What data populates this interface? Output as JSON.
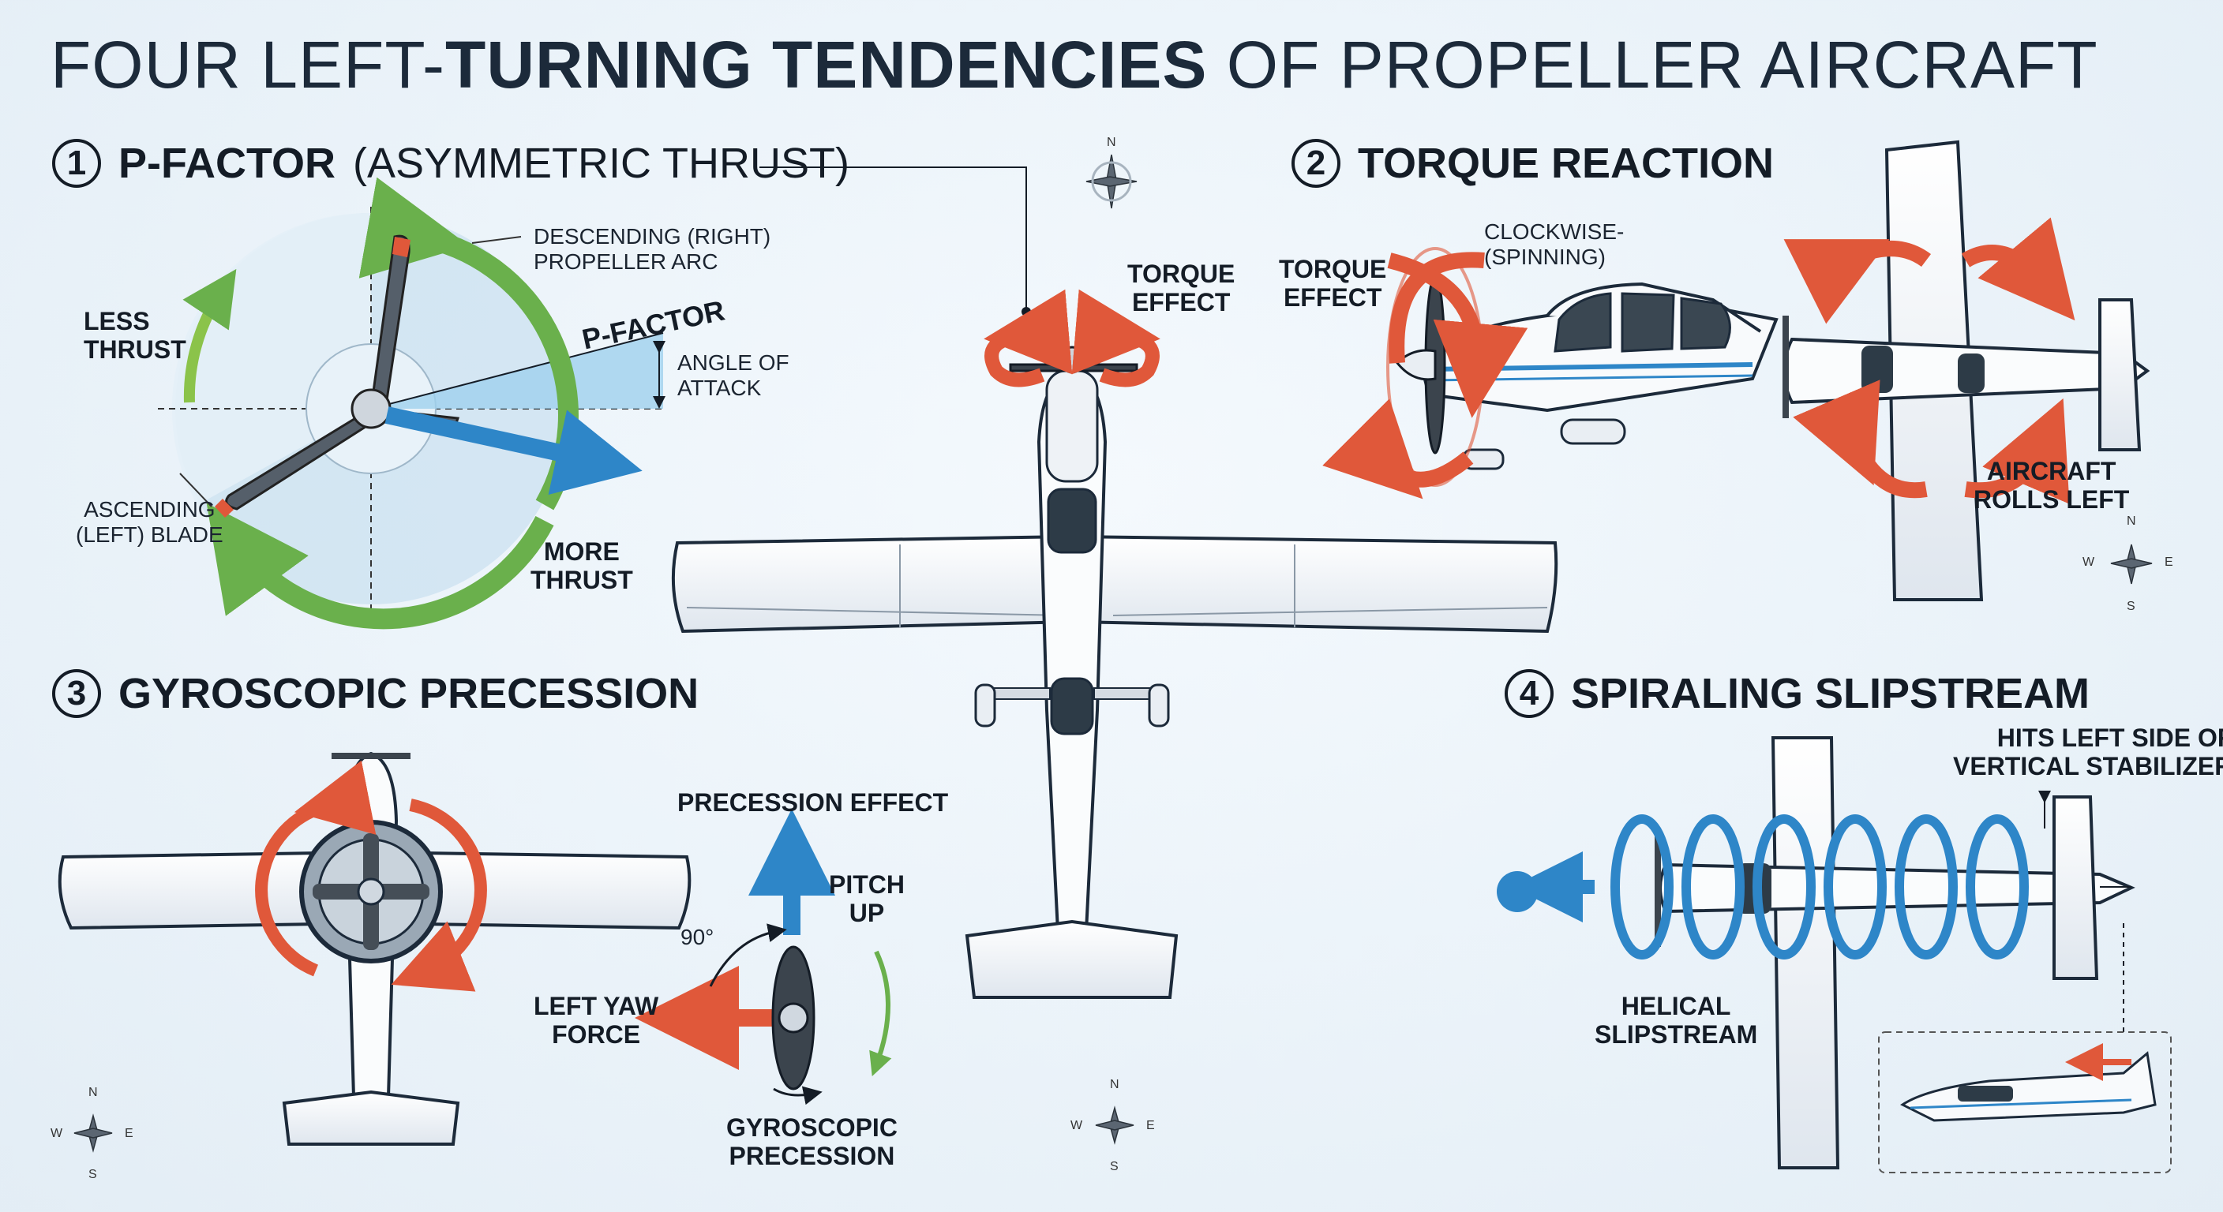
{
  "title": {
    "light1": "FOUR LEFT-",
    "bold": "TURNING TENDENCIES",
    "light2": " OF PROPELLER AIRCRAFT"
  },
  "sections": [
    {
      "num": "1",
      "label": "P-FACTOR",
      "sub": "(ASYMMETRIC THRUST)"
    },
    {
      "num": "2",
      "label": "TORQUE REACTION"
    },
    {
      "num": "3",
      "label": "GYROSCOPIC PRECESSION"
    },
    {
      "num": "4",
      "label": "SPIRALING SLIPSTREAM"
    }
  ],
  "pfactor": {
    "descending_l1": "DESCENDING (RIGHT)",
    "descending_l2": "PROPELLER ARC",
    "less_l1": "LESS",
    "less_l2": "THRUST",
    "pfactor": "P-FACTOR",
    "aoa_l1": "ANGLE OF",
    "aoa_l2": "ATTACK",
    "ascending_l1": "ASCENDING",
    "ascending_l2": "(LEFT) BLADE",
    "more_l1": "MORE",
    "more_l2": "THRUST"
  },
  "center": {
    "torque_l1": "TORQUE",
    "torque_l2": "EFFECT"
  },
  "torque": {
    "torque_l1": "TORQUE",
    "torque_l2": "EFFECT",
    "cw_l1": "CLOCKWISE-",
    "cw_l2": "(SPINNING)",
    "rolls_l1": "AIRCRAFT",
    "rolls_l2": "ROLLS LEFT"
  },
  "gyro": {
    "precession_effect": "PRECESSION EFFECT",
    "pitch_l1": "PITCH",
    "pitch_l2": "UP",
    "deg": "90°",
    "yaw_l1": "LEFT YAW",
    "yaw_l2": "FORCE",
    "gp_l1": "GYROSCOPIC",
    "gp_l2": "PRECESSION"
  },
  "slip": {
    "hits_l1": "HITS LEFT SIDE OF",
    "hits_l2": "VERTICAL STABILIZER",
    "helical_l1": "HELICAL",
    "helical_l2": "SLIPSTREAM"
  },
  "compass": {
    "n": "N",
    "s": "S",
    "e": "E",
    "w": "W"
  },
  "colors": {
    "red": "#e0583a",
    "green": "#6ab04c",
    "blue": "#2e86c8",
    "dark": "#141c26",
    "plane": "#f7f9fb"
  }
}
